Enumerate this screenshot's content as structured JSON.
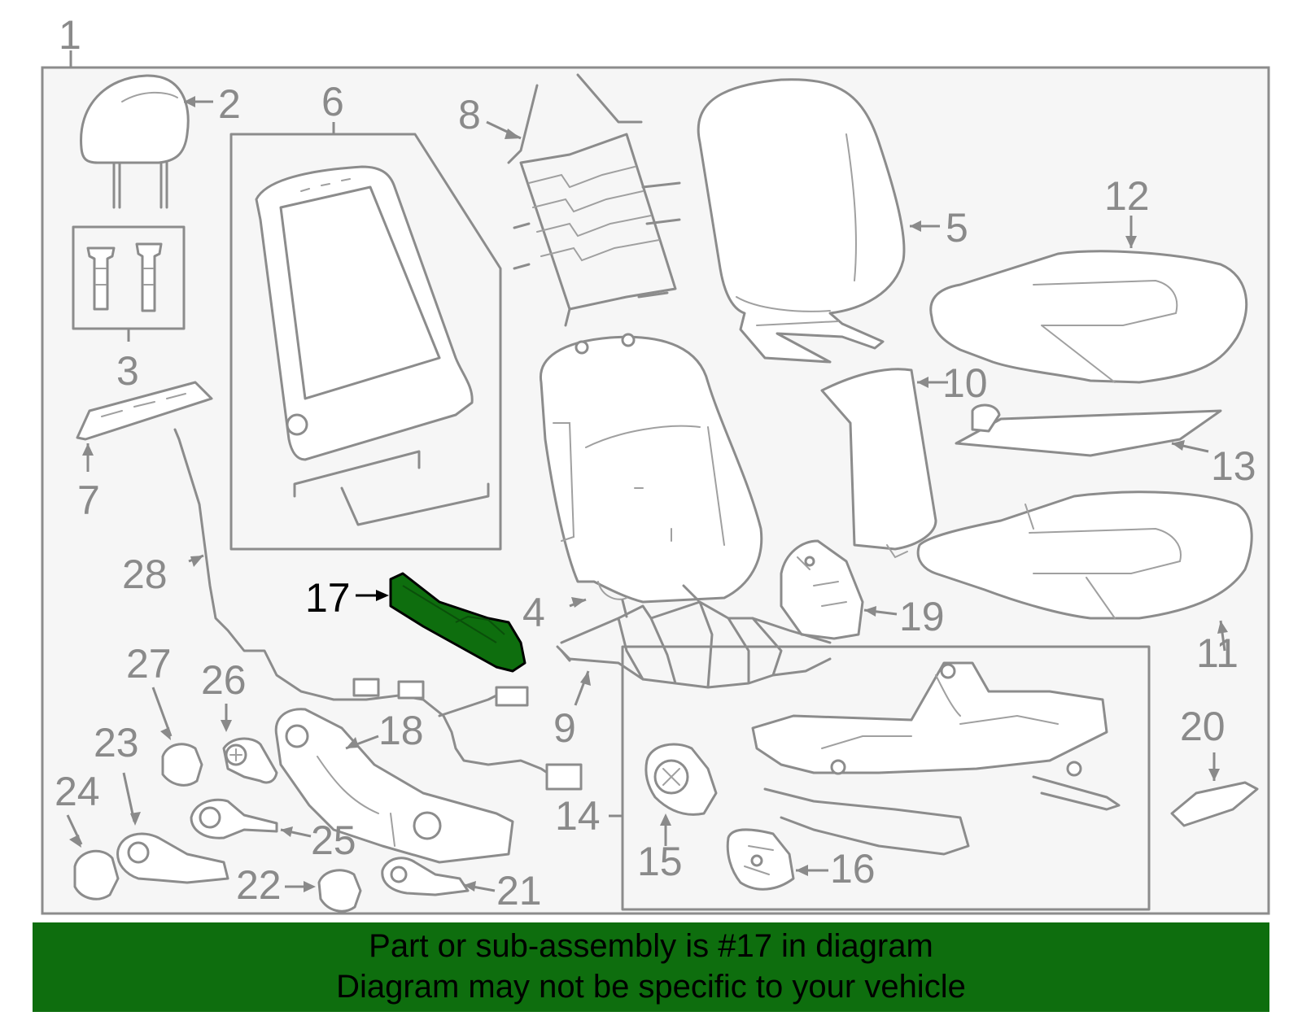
{
  "diagram": {
    "highlighted_part": "17",
    "highlight_color": "#0e6e0e",
    "line_color": "#8c8c8c",
    "callouts": {
      "c1": "1",
      "c2": "2",
      "c3": "3",
      "c4": "4",
      "c5": "5",
      "c6": "6",
      "c7": "7",
      "c8": "8",
      "c9": "9",
      "c10": "10",
      "c11": "11",
      "c12": "12",
      "c13": "13",
      "c14": "14",
      "c15": "15",
      "c16": "16",
      "c17": "17",
      "c18": "18",
      "c19": "19",
      "c20": "20",
      "c21": "21",
      "c22": "22",
      "c23": "23",
      "c24": "24",
      "c25": "25",
      "c26": "26",
      "c27": "27",
      "c28": "28"
    }
  },
  "banner": {
    "line1": "Part or sub-assembly is #17 in diagram",
    "line2": "Diagram may not be specific to your vehicle",
    "background": "#0e6e0e"
  }
}
